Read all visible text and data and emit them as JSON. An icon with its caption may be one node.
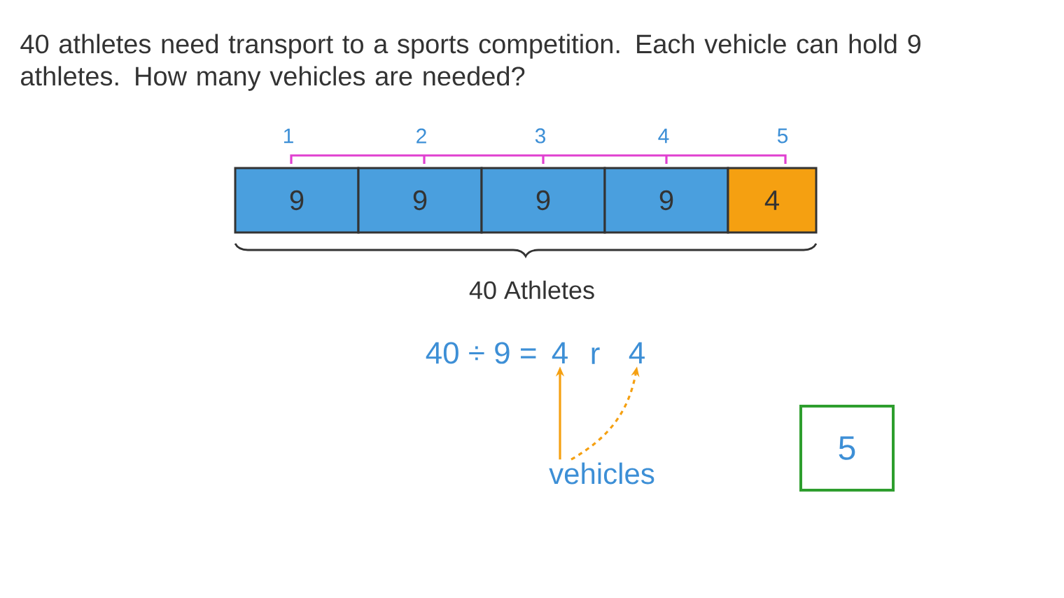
{
  "diagram": {
    "title": "40 athletes need transport to a sports competition. Each vehicle can hold 9 athletes. How many vehicles are needed?",
    "nodes": [
      {
        "text": [
          "9"
        ]
      },
      {
        "text": [
          "9"
        ]
      },
      {
        "text": [
          "9"
        ]
      },
      {
        "text": [
          "9"
        ]
      },
      {
        "text": [
          "4"
        ]
      },
      {
        "text": [
          "4"
        ]
      },
      {
        "text": [
          "4"
        ]
      },
      {
        "text": [
          "vehicles"
        ]
      },
      {
        "text": [
          "5"
        ]
      }
    ],
    "edges": [
      {
        "from": 7,
        "to": 5,
        "arrow": "to"
      },
      {
        "from": 7,
        "to": 6,
        "arrow": "to",
        "style": "dashed"
      }
    ],
    "labels": [
      "1",
      "2",
      "3",
      "4",
      "5",
      "40 Athletes",
      "40 ÷ 9 =",
      "r"
    ]
  }
}
